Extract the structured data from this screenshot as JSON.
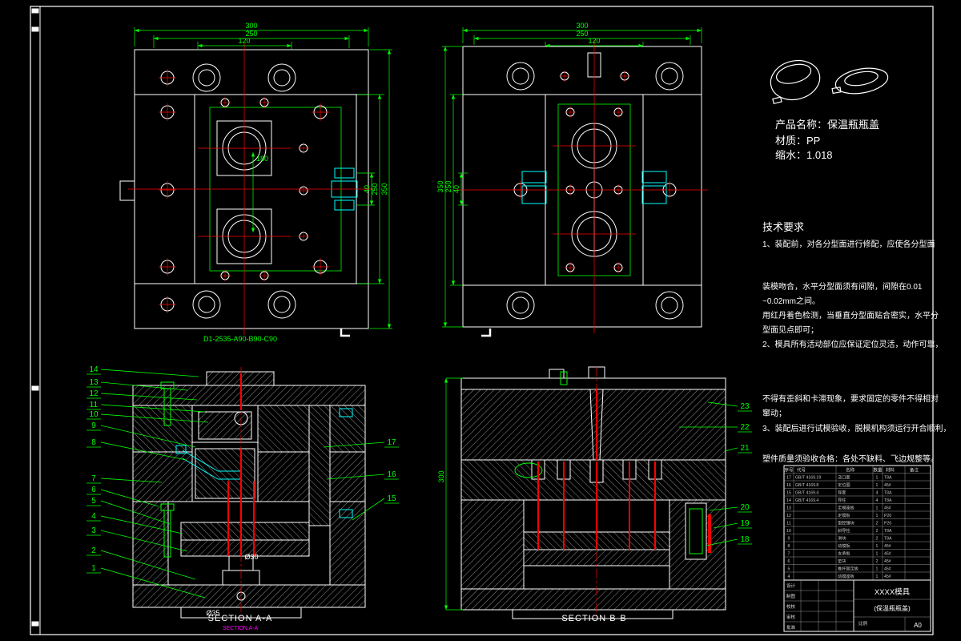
{
  "colors": {
    "background": "#000000",
    "frame": "#ffffff",
    "dimension": "#00ff00",
    "centerline": "#ff0000",
    "detail": "#00ffff",
    "subtitle": "#ff00ff"
  },
  "view_top_left": {
    "d300": "300",
    "d250": "250",
    "d120": "120",
    "d40": "40",
    "d250r": "250",
    "d350": "350",
    "d180": "180",
    "caption": "D1-2535-A90-B90-C90"
  },
  "view_top_right": {
    "d300": "300",
    "d250": "250",
    "d120": "120",
    "d350": "350",
    "d250l": "250",
    "d40": "40"
  },
  "section_a": {
    "title": "SECTION A-A",
    "subtitle": "SECTION A-A",
    "dia30": "Ø30",
    "dia35": "Ø35",
    "callouts_left": [
      "14",
      "13",
      "12",
      "11",
      "10",
      "9",
      "8",
      "7",
      "6",
      "5",
      "4",
      "3",
      "2",
      "1"
    ],
    "callouts_right": [
      "17",
      "16",
      "15"
    ]
  },
  "section_b": {
    "title": "SECTION B-B",
    "d300": "300",
    "callouts": [
      "23",
      "22",
      "21",
      "20",
      "19",
      "18"
    ]
  },
  "product": {
    "name_line": "产品名称：保温瓶瓶盖",
    "material_line": "材质：PP",
    "shrink_line": "缩水：1.018"
  },
  "tech": {
    "title": "技术要求",
    "lines": [
      "1、装配前，对各分型面进行修配，应使各分型面",
      "装模吻合，水平分型面须有间隙，间隙在0.01",
      "~0.02mm之间。",
      "用红丹着色检测，当垂直分型面贴合密实，水平分",
      "型面见点即可；",
      "2、模具所有活动部位应保证定位灵活，动作可靠，",
      "不得有歪斜和卡滞现象，要求固定的零件不得相对",
      "窜动；",
      "3、装配后进行试模验收，脱模机构须运行开合顺利，",
      "塑件质量须验收合格：各处不缺料、飞边规整等。"
    ]
  },
  "title_block": {
    "headers": [
      "序号",
      "代号",
      "名称",
      "数量",
      "材料",
      "备注"
    ],
    "bom_rows": [
      [
        "17",
        "GB/T 4169.19",
        "浇口套",
        "1",
        "T8A"
      ],
      [
        "16",
        "GB/T 4169.8",
        "定位圈",
        "1",
        "45#"
      ],
      [
        "15",
        "GB/T 4169.4",
        "导套",
        "4",
        "T8A"
      ],
      [
        "14",
        "GB/T 4169.4",
        "导柱",
        "4",
        "T8A"
      ],
      [
        "13",
        "",
        "定模座板",
        "1",
        "45#"
      ],
      [
        "12",
        "",
        "定模板",
        "1",
        "P20"
      ],
      [
        "11",
        "",
        "型腔镶块",
        "2",
        "P20"
      ],
      [
        "10",
        "",
        "斜导柱",
        "2",
        "T8A"
      ],
      [
        "9",
        "",
        "滑块",
        "2",
        "T8A"
      ],
      [
        "8",
        "",
        "动模板",
        "1",
        "45#"
      ],
      [
        "7",
        "",
        "支承板",
        "1",
        "45#"
      ],
      [
        "6",
        "",
        "垫块",
        "2",
        "45#"
      ],
      [
        "5",
        "",
        "推杆固定板",
        "1",
        "45#"
      ],
      [
        "4",
        "",
        "动模座板",
        "1",
        "45#"
      ]
    ],
    "sign_rows": [
      "设计",
      "制图",
      "校核",
      "审核",
      "批准"
    ],
    "company": "XXXX模具",
    "drawing_name": "(保温瓶瓶盖)",
    "scale_label": "比例",
    "sheet": "A0"
  }
}
